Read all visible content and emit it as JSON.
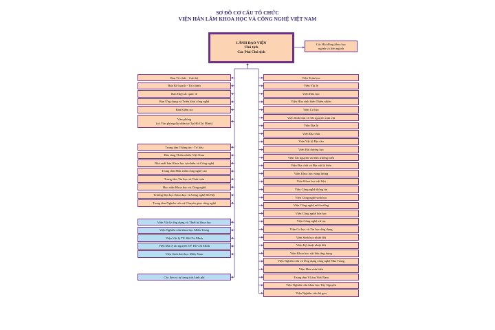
{
  "title": {
    "line1": "SƠ ĐỒ CƠ CẤU TỔ CHỨC",
    "line2": "VIỆN HÀN LÂM KHOA HỌC VÀ CÔNG NGHỆ VIỆT NAM"
  },
  "leadership": {
    "line1": "LÃNH ĐẠO VIỆN",
    "line2": "Chủ tịch",
    "line3": "Các Phó Chủ tịch"
  },
  "council": {
    "line1": "Các Hội đồng khoa học",
    "line2": "ngành và liên ngành"
  },
  "left_group_1": [
    "Ban Tổ chức - Cán bộ",
    "Ban Kế hoạch - Tài chính",
    "Ban Hợp tác quốc tế",
    "Ban Ứng dụng và Triển khai công nghệ",
    "Ban Kiểm tra"
  ],
  "office": {
    "line1": "Văn phòng",
    "line2": "(có Văn phòng đại diện tại Tp.Hồ Chí Minh)"
  },
  "left_group_2": [
    "Trung tâm Thông tin - Tư liệu",
    "Bảo tàng Thiên nhiên Việt Nam",
    "Nhà xuất bản Khoa học tự nhiên và Công nghệ",
    "Trung tâm Phát triển công nghệ cao",
    "Trung tâm Tin học và Tính toán",
    "Học viện Khoa học và Công nghệ",
    "Trường Đại học Khoa học và Công nghệ Hà Nội",
    "Trung tâm Nghiên cứu và Chuyển giao công nghệ"
  ],
  "left_group_3": [
    "Viện Vật lý ứng dụng và Thiết bị khoa học",
    "Viện Nghiên cứu khoa học Miền Trung",
    "Viện Vật lý TP. Hồ Chí Minh",
    "Viện Địa lý tài nguyên TP. Hồ Chí Minh",
    "Viện Sinh thái học Miền Nam"
  ],
  "left_group_4": [
    "Các đơn vị tự trang trải kinh phí"
  ],
  "right_institutes": [
    "Viện Toán học",
    "Viện Vật lý",
    "Viện Hóa học",
    "Viện Hóa sinh biển Thiên nhiên",
    "Viện Cơ học",
    "Viện Sinh thái và Tài nguyên sinh vật",
    "Viện Địa lý",
    "Viện Địa chất",
    "Viện Vật lý Địa cầu",
    "Viện Hải dương học",
    "Viện Tài nguyên và Môi trường biển",
    "Viện Địa chất và Địa vật lý biển",
    "Viện Khoa học năng lượng",
    "Viện Khoa học vật liệu",
    "Viện Công nghệ thông tin",
    "Viện Công nghệ sinh học",
    "Viện Công nghệ môi trường",
    "Viện Công nghệ hóa học",
    "Viện Công nghệ vũ trụ",
    "Viện Cơ học và Tin học ứng dụng",
    "Viện Sinh học nhiệt đới",
    "Viện Kỹ thuật nhiệt đới",
    "Viện Khoa học vật liệu ứng dụng",
    "Viện Nghiên cứu và Ứng dụng công nghệ Nha Trang",
    "Viện Hóa sinh biển",
    "Trung tâm Vũ trụ Việt Nam",
    "Viện Nghiên cứu khoa học Tây Nguyên",
    "Viện Nghiên cứu hệ gen"
  ],
  "colors": {
    "peach_box": "#fcd4b4",
    "blue_box": "#b7def0",
    "border": "#7a2f8c",
    "title": "#3a2a7a"
  }
}
